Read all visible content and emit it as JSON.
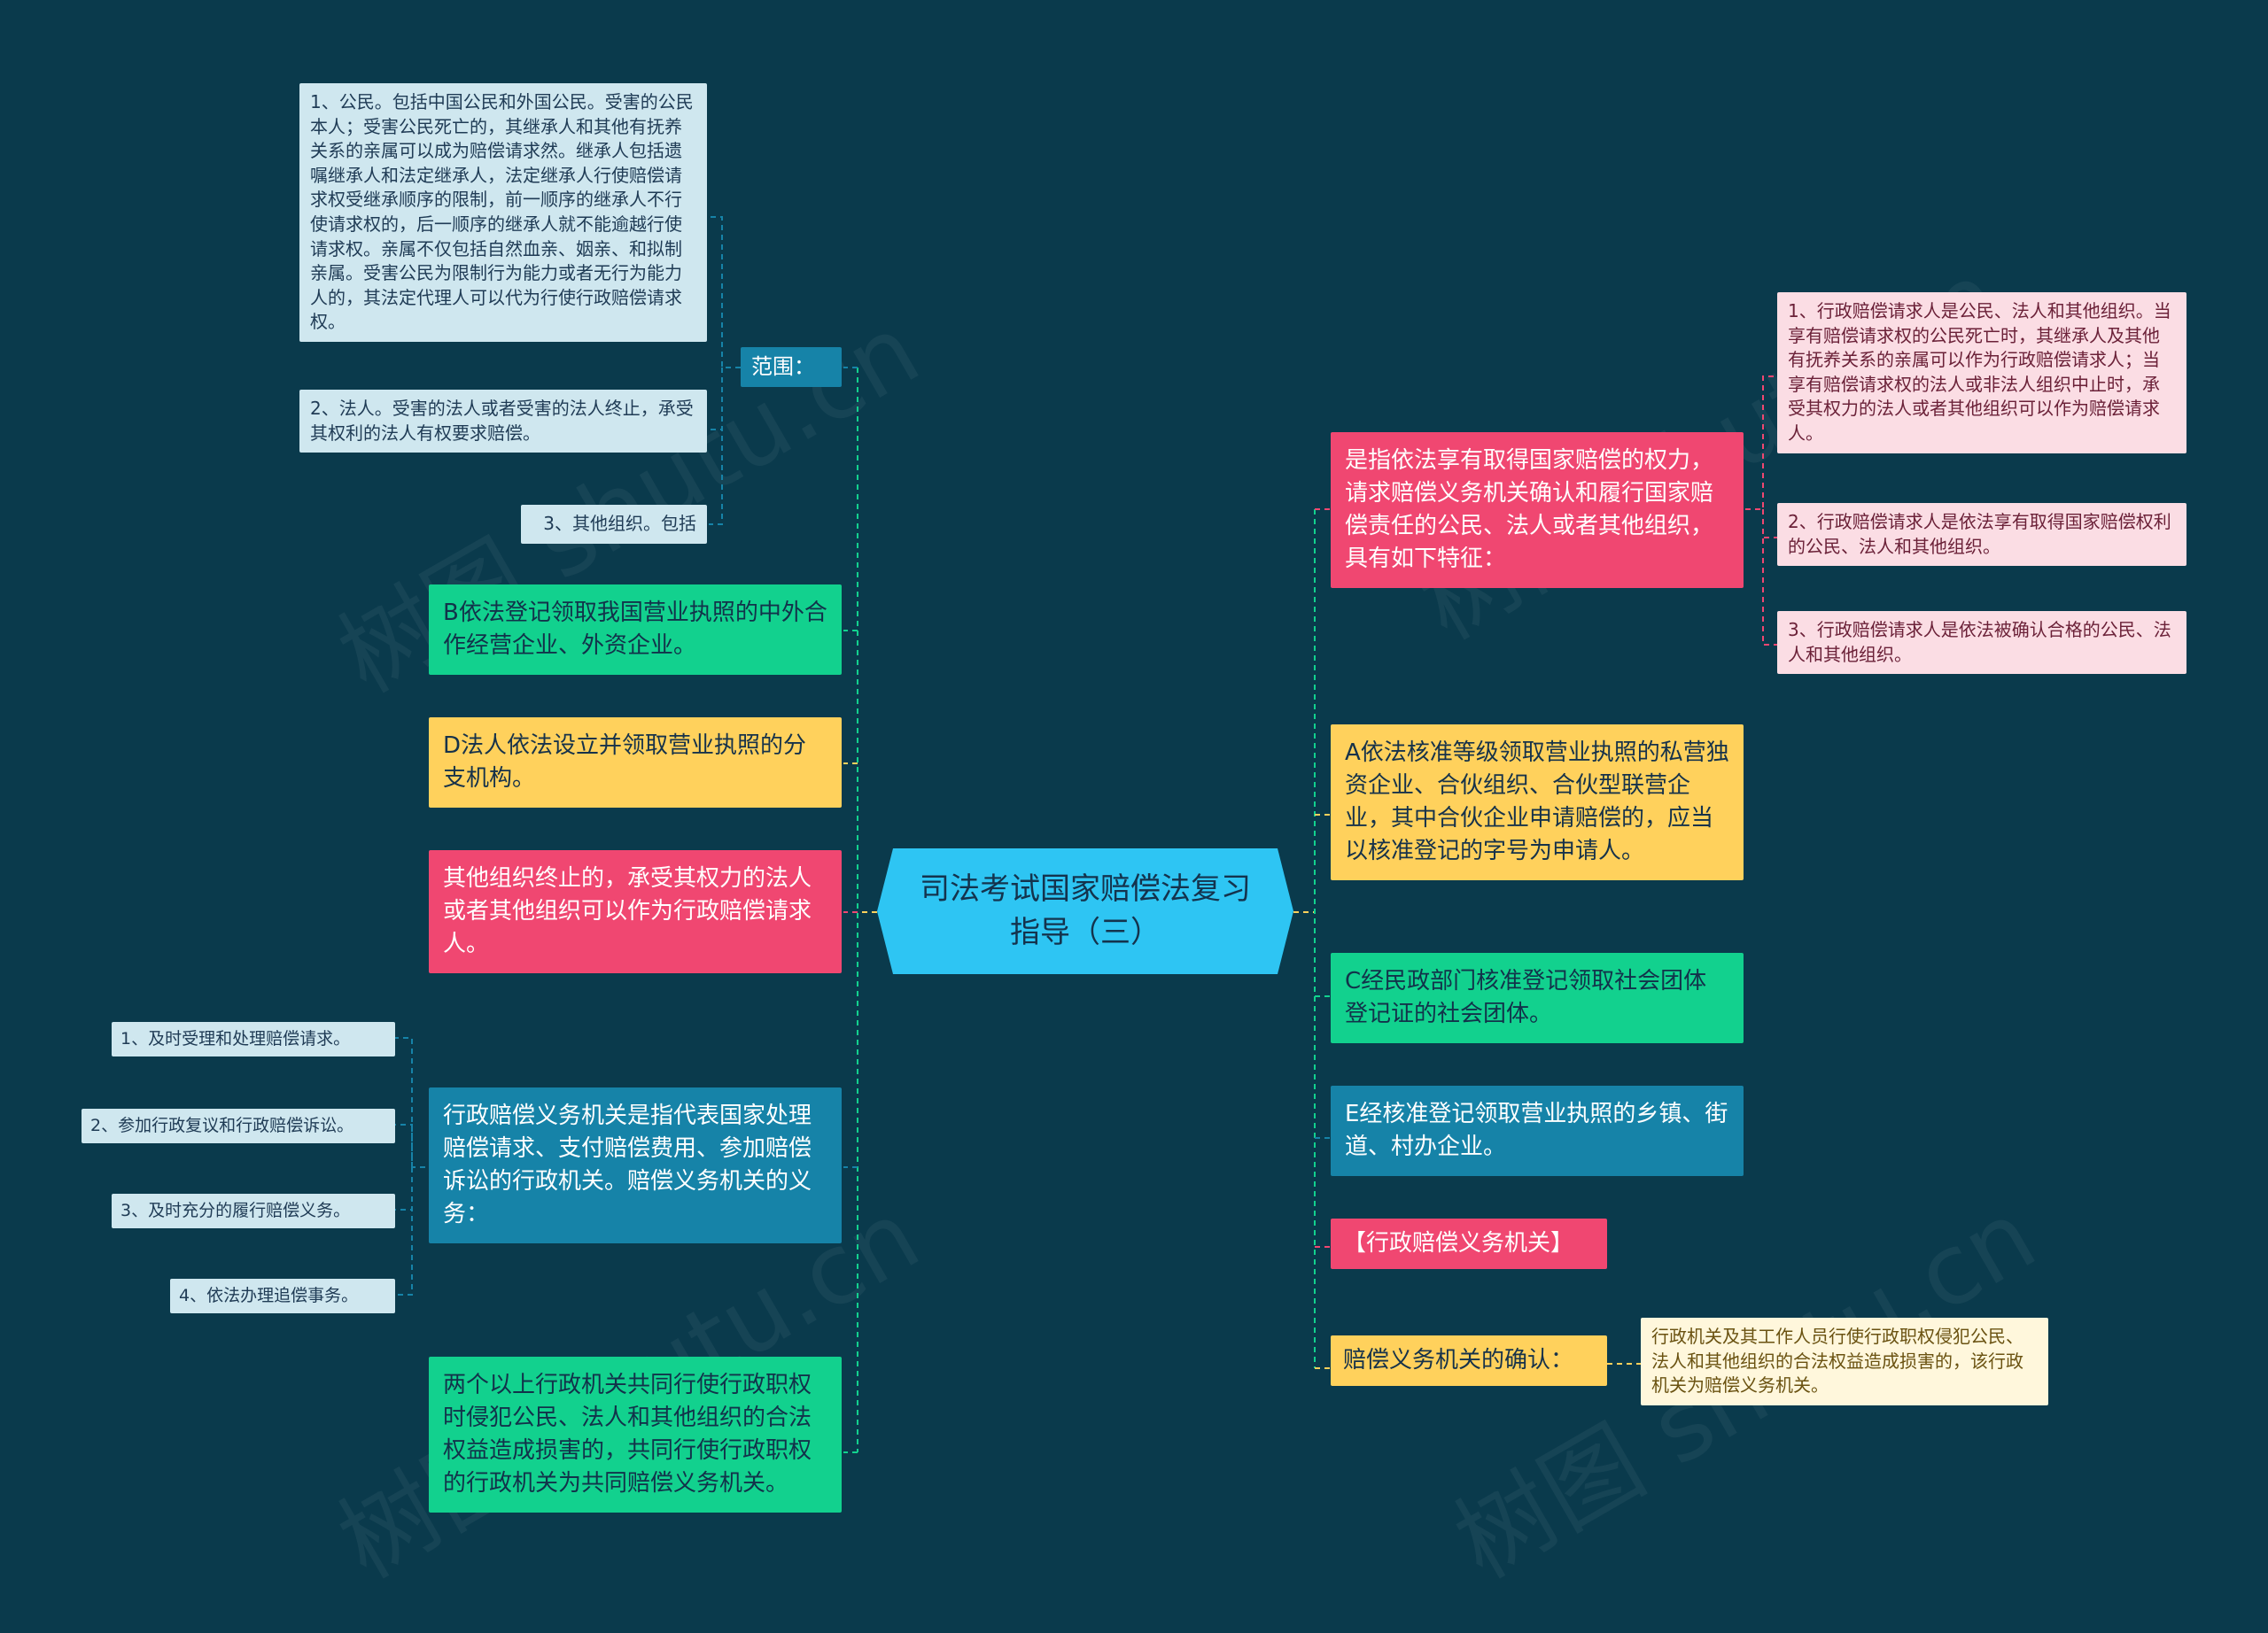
{
  "center": "司法考试国家赔偿法复习指导（三）",
  "left": {
    "fanwei_label": "范围：",
    "fanwei_items": [
      "1、公民。包括中国公民和外国公民。受害的公民本人；受害公民死亡的，其继承人和其他有抚养关系的亲属可以成为赔偿请求然。继承人包括遗嘱继承人和法定继承人，法定继承人行使赔偿请求权受继承顺序的限制，前一顺序的继承人不行使请求权的，后一顺序的继承人就不能逾越行使请求权。亲属不仅包括自然血亲、姻亲、和拟制亲属。受害公民为限制行为能力或者无行为能力人的，其法定代理人可以代为行使行政赔偿请求权。",
      "2、法人。受害的法人或者受害的法人终止，承受其权利的法人有权要求赔偿。",
      "3、其他组织。包括"
    ],
    "b_node": "B依法登记领取我国营业执照的中外合作经营企业、外资企业。",
    "d_node": "D法人依法设立并领取营业执照的分支机构。",
    "other_org": "其他组织终止的，承受其权力的法人或者其他组织可以作为行政赔偿请求人。",
    "obligation": "行政赔偿义务机关是指代表国家处理赔偿请求、支付赔偿费用、参加赔偿诉讼的行政机关。赔偿义务机关的义务：",
    "obligation_items": [
      "1、及时受理和处理赔偿请求。",
      "2、参加行政复议和行政赔偿诉讼。",
      "3、及时充分的履行赔偿义务。",
      "4、依法办理追偿事务。"
    ],
    "joint": "两个以上行政机关共同行使行政职权时侵犯公民、法人和其他组织的合法权益造成损害的，共同行使行政职权的行政机关为共同赔偿义务机关。"
  },
  "right": {
    "definition": "是指依法享有取得国家赔偿的权力，请求赔偿义务机关确认和履行国家赔偿责任的公民、法人或者其他组织，具有如下特征：",
    "definition_items": [
      "1、行政赔偿请求人是公民、法人和其他组织。当享有赔偿请求权的公民死亡时，其继承人及其他有抚养关系的亲属可以作为行政赔偿请求人；当享有赔偿请求权的法人或非法人组织中止时，承受其权力的法人或者其他组织可以作为赔偿请求人。",
      "2、行政赔偿请求人是依法享有取得国家赔偿权利的公民、法人和其他组织。",
      "3、行政赔偿请求人是依法被确认合格的公民、法人和其他组织。"
    ],
    "a_node": "A依法核准等级领取营业执照的私营独资企业、合伙组织、合伙型联营企业，其中合伙企业申请赔偿的，应当以核准登记的字号为申请人。",
    "c_node": "C经民政部门核准登记领取社会团体登记证的社会团体。",
    "e_node": "E经核准登记领取营业执照的乡镇、街道、村办企业。",
    "agency_title": "【行政赔偿义务机关】",
    "confirm": "赔偿义务机关的确认：",
    "confirm_item": "行政机关及其工作人员行使行政职权侵犯公民、法人和其他组织的合法权益造成损害的，该行政机关为赔偿义务机关。"
  },
  "watermark": "树图 shutu.cn",
  "colors": {
    "background": "#0a3a4c",
    "center": "#2ec5f3",
    "green": "#12d18e",
    "yellow": "#ffd15c",
    "pink": "#f04771",
    "blue": "#1683a8"
  }
}
